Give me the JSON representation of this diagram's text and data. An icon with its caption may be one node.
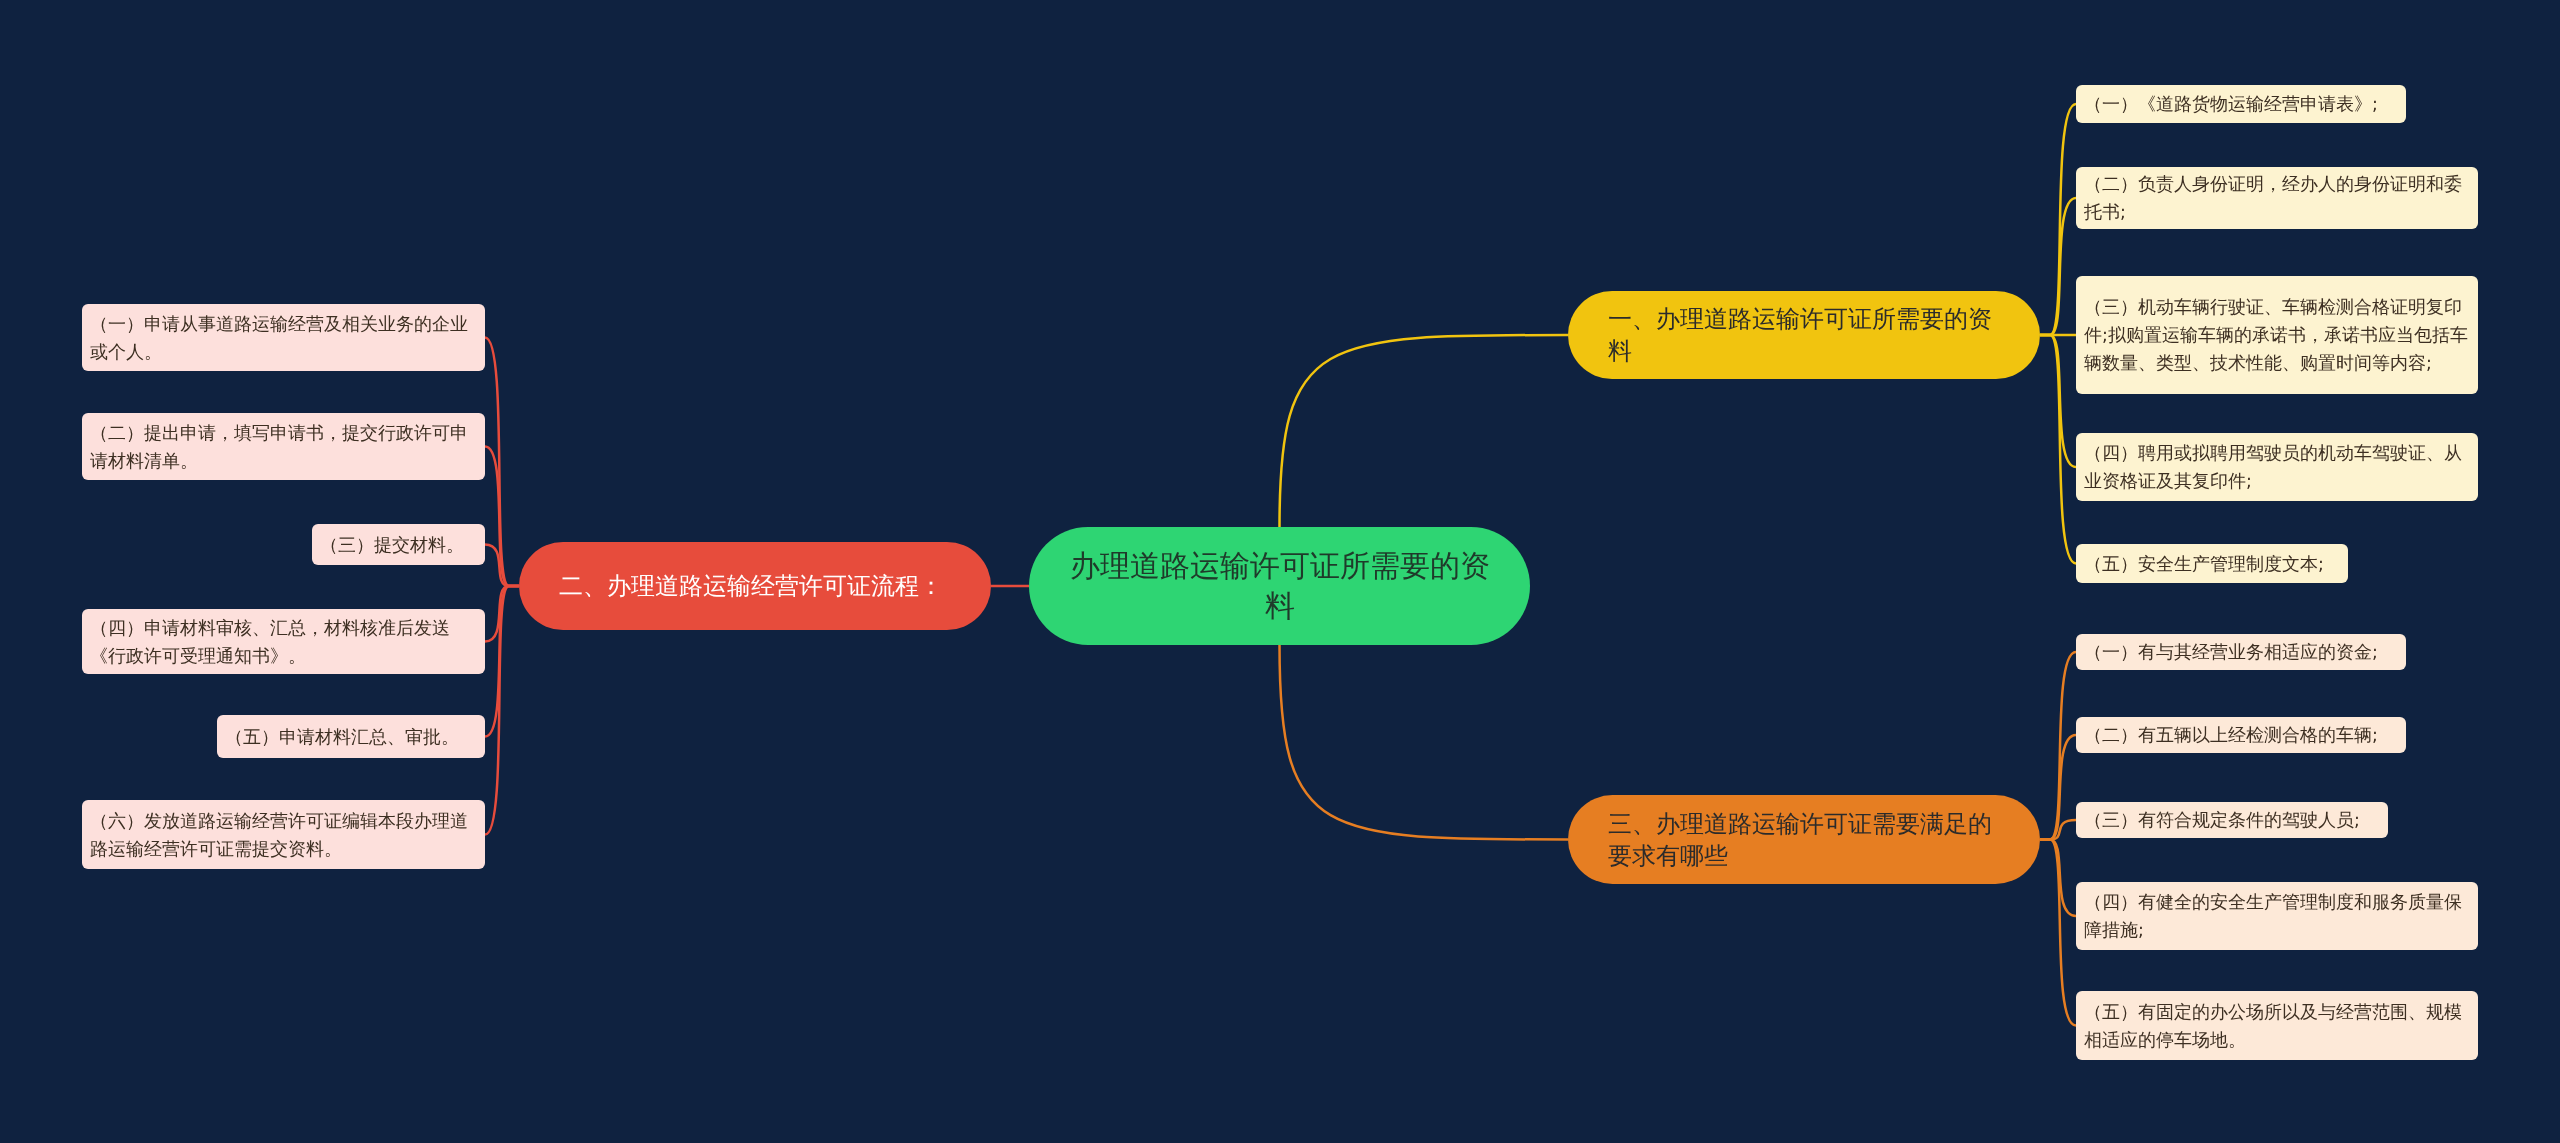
{
  "diagram": {
    "nodes": [
      {
        "text": [
          "办理道路运输许可证所需要的资料"
        ]
      },
      {
        "text": [
          "一、办理道路运输许可证所需要的资料"
        ]
      },
      {
        "text": [
          "（一）《道路货物运输经营申请表》;"
        ]
      },
      {
        "text": [
          "（二）负责人身份证明，经办人的身份证明和委托书;"
        ]
      },
      {
        "text": [
          "（三）机动车辆行驶证、车辆检测合格证明复印件;拟购置运输车辆的承诺书，承诺书应当包括车辆数量、类型、技术性能、购置时间等内容;"
        ]
      },
      {
        "text": [
          "（四）聘用或拟聘用驾驶员的机动车驾驶证、从业资格证及其复印件;"
        ]
      },
      {
        "text": [
          "（五）安全生产管理制度文本;"
        ]
      },
      {
        "text": [
          "二、办理道路运输经营许可证流程："
        ]
      },
      {
        "text": [
          "（一）申请从事道路运输经营及相关业务的企业或个人。"
        ]
      },
      {
        "text": [
          "（二）提出申请，填写申请书，提交行政许可申请材料清单。"
        ]
      },
      {
        "text": [
          "（三）提交材料。"
        ]
      },
      {
        "text": [
          "（四）申请材料审核、汇总，材料核准后发送《行政许可受理通知书》。"
        ]
      },
      {
        "text": [
          "（五）申请材料汇总、审批。"
        ]
      },
      {
        "text": [
          "（六）发放道路运输经营许可证编辑本段办理道路运输经营许可证需提交资料。"
        ]
      },
      {
        "text": [
          "三、办理道路运输许可证需要满足的要求有哪些"
        ]
      },
      {
        "text": [
          "（一）有与其经营业务相适应的资金;"
        ]
      },
      {
        "text": [
          "（二）有五辆以上经检测合格的车辆;"
        ]
      },
      {
        "text": [
          "（三）有符合规定条件的驾驶人员;"
        ]
      },
      {
        "text": [
          "（四）有健全的安全生产管理制度和服务质量保障措施;"
        ]
      },
      {
        "text": [
          "（五）有固定的办公场所以及与经营范围、规模相适应的停车场地。"
        ]
      }
    ],
    "edges": [
      {
        "from": 0,
        "to": 1,
        "arrow": "none",
        "color": "#f1c40f"
      },
      {
        "from": 1,
        "to": 2,
        "arrow": "none",
        "color": "#f1c40f"
      },
      {
        "from": 1,
        "to": 3,
        "arrow": "none",
        "color": "#f1c40f"
      },
      {
        "from": 1,
        "to": 4,
        "arrow": "none",
        "color": "#f1c40f"
      },
      {
        "from": 1,
        "to": 5,
        "arrow": "none",
        "color": "#f1c40f"
      },
      {
        "from": 1,
        "to": 6,
        "arrow": "none",
        "color": "#f1c40f"
      },
      {
        "from": 0,
        "to": 7,
        "arrow": "none",
        "color": "#e74c3c"
      },
      {
        "from": 7,
        "to": 8,
        "arrow": "none",
        "color": "#e74c3c"
      },
      {
        "from": 7,
        "to": 9,
        "arrow": "none",
        "color": "#e74c3c"
      },
      {
        "from": 7,
        "to": 10,
        "arrow": "none",
        "color": "#e74c3c"
      },
      {
        "from": 7,
        "to": 11,
        "arrow": "none",
        "color": "#e74c3c"
      },
      {
        "from": 7,
        "to": 12,
        "arrow": "none",
        "color": "#e74c3c"
      },
      {
        "from": 7,
        "to": 13,
        "arrow": "none",
        "color": "#e74c3c"
      },
      {
        "from": 0,
        "to": 14,
        "arrow": "none",
        "color": "#e67e22"
      },
      {
        "from": 14,
        "to": 15,
        "arrow": "none",
        "color": "#e67e22"
      },
      {
        "from": 14,
        "to": 16,
        "arrow": "none",
        "color": "#e67e22"
      },
      {
        "from": 14,
        "to": 17,
        "arrow": "none",
        "color": "#e67e22"
      },
      {
        "from": 14,
        "to": 18,
        "arrow": "none",
        "color": "#e67e22"
      },
      {
        "from": 14,
        "to": 19,
        "arrow": "none",
        "color": "#e67e22"
      }
    ]
  }
}
